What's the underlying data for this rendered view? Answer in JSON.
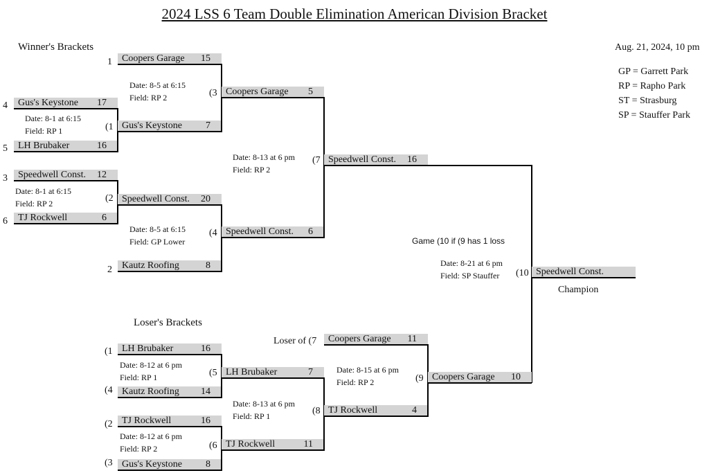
{
  "title": "2024 LSS 6 Team Double Elimination American Division Bracket",
  "updated": "Aug. 21, 2024, 10 pm",
  "legend": [
    "GP = Garrett Park",
    "RP = Rapho Park",
    "ST = Strasburg",
    "SP = Stauffer Park"
  ],
  "winners": {
    "heading": "Winner's Brackets",
    "seeds": {
      "s1": "1",
      "s2": "2",
      "s3": "3",
      "s4": "4",
      "s5": "5",
      "s6": "6"
    },
    "game_labels": {
      "g1": "(1",
      "g2": "(2",
      "g3": "(3",
      "g4": "(4",
      "g7": "(7",
      "g10": "(10"
    },
    "slots": {
      "r1_top": {
        "team": "Gus's Keystone",
        "score": "17"
      },
      "r1_bot": {
        "team": "LH Brubaker",
        "score": "16"
      },
      "r2_top": {
        "team": "Speedwell Const.",
        "score": "12"
      },
      "r2_bot": {
        "team": "TJ Rockwell",
        "score": "6"
      },
      "q1_top": {
        "team": "Coopers Garage",
        "score": "15"
      },
      "q1_bot": {
        "team": "Gus's Keystone",
        "score": "7"
      },
      "q2_top": {
        "team": "Speedwell Const.",
        "score": "20"
      },
      "q2_bot": {
        "team": "Kautz Roofing",
        "score": "8"
      },
      "s_top": {
        "team": "Coopers Garage",
        "score": "5"
      },
      "s_bot": {
        "team": "Speedwell Const.",
        "score": "6"
      },
      "final": {
        "team": "Speedwell Const.",
        "score": "16"
      },
      "champion": {
        "team": "Speedwell Const.",
        "score": ""
      }
    },
    "notes": {
      "g1": {
        "date": "Date: 8-1 at 6:15",
        "field": "Field: RP 1"
      },
      "g2": {
        "date": "Date: 8-1 at 6:15",
        "field": "Field: RP 2"
      },
      "g3": {
        "date": "Date: 8-5 at 6:15",
        "field": "Field: RP 2"
      },
      "g4": {
        "date": "Date: 8-5 at 6:15",
        "field": "Field: GP Lower"
      },
      "g7": {
        "date": "Date: 8-13 at 6 pm",
        "field": "Field: RP 2"
      },
      "g10": {
        "date": "Date: 8-21 at 6 pm",
        "field": "Field: SP Stauffer"
      }
    },
    "game10_caption": "Game (10 if (9 has 1 loss",
    "champion_label": "Champion"
  },
  "losers": {
    "heading": "Loser's Brackets",
    "game_labels": {
      "l1": "(1",
      "l4": "(4",
      "l2": "(2",
      "l3": "(3",
      "g5": "(5",
      "g6": "(6",
      "g8": "(8",
      "g9": "(9"
    },
    "loser_of_7": "Loser of (7",
    "slots": {
      "a_top": {
        "team": "LH Brubaker",
        "score": "16"
      },
      "a_bot": {
        "team": "Kautz Roofing",
        "score": "14"
      },
      "b_top": {
        "team": "TJ Rockwell",
        "score": "16"
      },
      "b_bot": {
        "team": "Gus's Keystone",
        "score": "8"
      },
      "c_top": {
        "team": "LH Brubaker",
        "score": "7"
      },
      "c_bot": {
        "team": "TJ Rockwell",
        "score": "11"
      },
      "d_top": {
        "team": "Coopers Garage",
        "score": "11"
      },
      "d_bot": {
        "team": "TJ Rockwell",
        "score": "4"
      },
      "final": {
        "team": "Coopers Garage",
        "score": "10"
      }
    },
    "notes": {
      "g5": {
        "date": "Date: 8-12 at 6 pm",
        "field": "Field: RP 1"
      },
      "g6": {
        "date": "Date: 8-12 at 6 pm",
        "field": "Field: RP 2"
      },
      "g8": {
        "date": "Date: 8-13 at 6 pm",
        "field": "Field: RP 1"
      },
      "g9": {
        "date": "Date: 8-15 at 6 pm",
        "field": "Field: RP 2"
      }
    }
  }
}
